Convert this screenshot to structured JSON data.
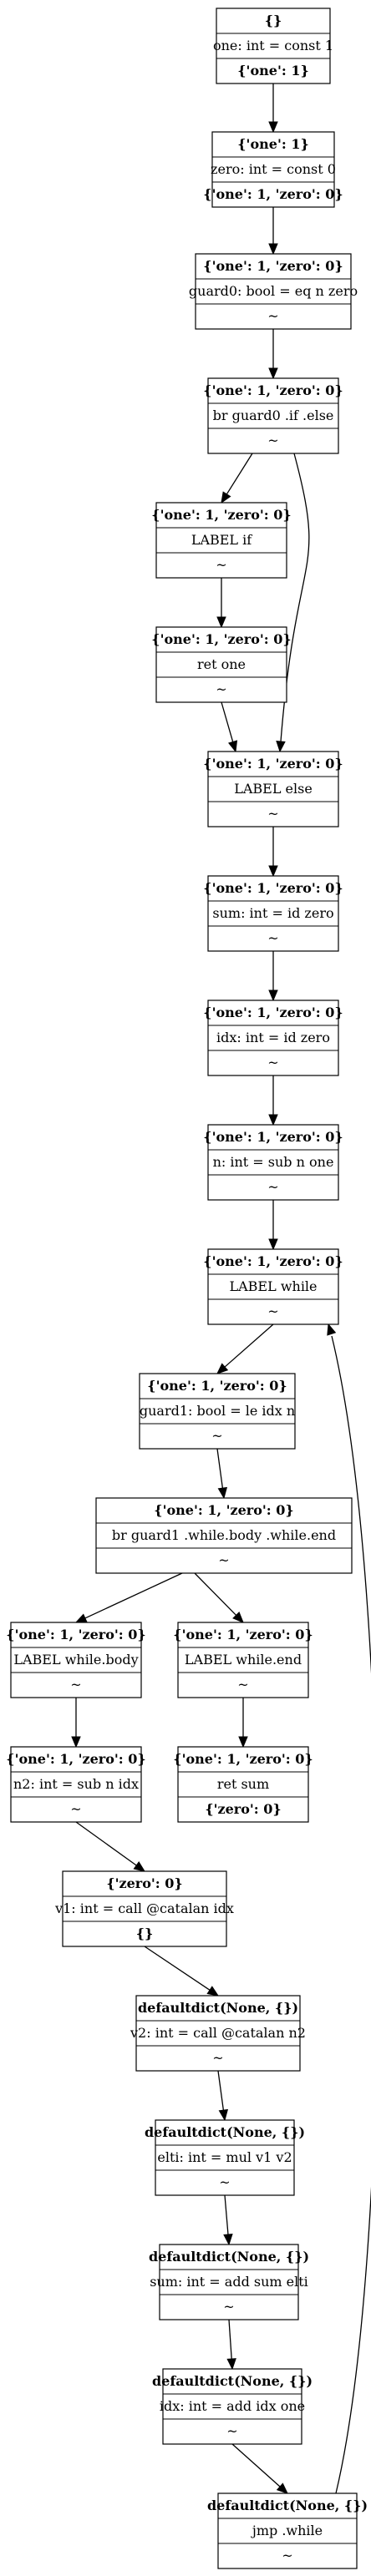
{
  "nodes": [
    {
      "id": "n0",
      "in": "{}",
      "code": "one: int = const 1",
      "out": "{'one': 1}"
    },
    {
      "id": "n1",
      "in": "{'one': 1}",
      "code": "zero: int = const 0",
      "out": "{'one': 1, 'zero': 0}"
    },
    {
      "id": "n2",
      "in": "{'one': 1, 'zero': 0}",
      "code": "guard0: bool = eq n zero",
      "out": "~"
    },
    {
      "id": "n3",
      "in": "{'one': 1, 'zero': 0}",
      "code": "br guard0 .if .else",
      "out": "~"
    },
    {
      "id": "n4",
      "in": "{'one': 1, 'zero': 0}",
      "code": "LABEL if",
      "out": "~"
    },
    {
      "id": "n5",
      "in": "{'one': 1, 'zero': 0}",
      "code": "ret one",
      "out": "~"
    },
    {
      "id": "n6",
      "in": "{'one': 1, 'zero': 0}",
      "code": "LABEL else",
      "out": "~"
    },
    {
      "id": "n7",
      "in": "{'one': 1, 'zero': 0}",
      "code": "sum: int = id zero",
      "out": "~"
    },
    {
      "id": "n8",
      "in": "{'one': 1, 'zero': 0}",
      "code": "idx: int = id zero",
      "out": "~"
    },
    {
      "id": "n9",
      "in": "{'one': 1, 'zero': 0}",
      "code": "n: int = sub n one",
      "out": "~"
    },
    {
      "id": "n10",
      "in": "{'one': 1, 'zero': 0}",
      "code": "LABEL while",
      "out": "~"
    },
    {
      "id": "n11",
      "in": "{'one': 1, 'zero': 0}",
      "code": "guard1: bool = le idx n",
      "out": "~"
    },
    {
      "id": "n12",
      "in": "{'one': 1, 'zero': 0}",
      "code": "br guard1 .while.body .while.end",
      "out": "~"
    },
    {
      "id": "n13",
      "in": "{'one': 1, 'zero': 0}",
      "code": "LABEL while.body",
      "out": "~"
    },
    {
      "id": "n14",
      "in": "{'one': 1, 'zero': 0}",
      "code": "LABEL while.end",
      "out": "~"
    },
    {
      "id": "n15",
      "in": "{'one': 1, 'zero': 0}",
      "code": "n2: int = sub n idx",
      "out": "~"
    },
    {
      "id": "n16",
      "in": "{'one': 1, 'zero': 0}",
      "code": "ret sum",
      "out": "{'zero': 0}"
    },
    {
      "id": "n17",
      "in": "{'zero': 0}",
      "code": "v1: int = call @catalan idx",
      "out": "{}"
    },
    {
      "id": "n18",
      "in": "defaultdict(None, {})",
      "code": "v2: int = call @catalan n2",
      "out": "~"
    },
    {
      "id": "n19",
      "in": "defaultdict(None, {})",
      "code": "elti: int = mul v1 v2",
      "out": "~"
    },
    {
      "id": "n20",
      "in": "defaultdict(None, {})",
      "code": "sum: int = add sum elti",
      "out": "~"
    },
    {
      "id": "n21",
      "in": "defaultdict(None, {})",
      "code": "idx: int = add idx one",
      "out": "~"
    },
    {
      "id": "n22",
      "in": "defaultdict(None, {})",
      "code": "jmp .while",
      "out": "~"
    }
  ],
  "edges": [
    {
      "from": "n0",
      "to": "n1"
    },
    {
      "from": "n1",
      "to": "n2"
    },
    {
      "from": "n2",
      "to": "n3"
    },
    {
      "from": "n3",
      "to": "n4"
    },
    {
      "from": "n3",
      "to": "n6"
    },
    {
      "from": "n4",
      "to": "n5"
    },
    {
      "from": "n5",
      "to": "n6"
    },
    {
      "from": "n6",
      "to": "n7"
    },
    {
      "from": "n7",
      "to": "n8"
    },
    {
      "from": "n8",
      "to": "n9"
    },
    {
      "from": "n9",
      "to": "n10"
    },
    {
      "from": "n10",
      "to": "n11"
    },
    {
      "from": "n11",
      "to": "n12"
    },
    {
      "from": "n12",
      "to": "n13"
    },
    {
      "from": "n12",
      "to": "n14"
    },
    {
      "from": "n13",
      "to": "n15"
    },
    {
      "from": "n14",
      "to": "n16"
    },
    {
      "from": "n15",
      "to": "n17"
    },
    {
      "from": "n17",
      "to": "n18"
    },
    {
      "from": "n18",
      "to": "n19"
    },
    {
      "from": "n19",
      "to": "n20"
    },
    {
      "from": "n20",
      "to": "n21"
    },
    {
      "from": "n21",
      "to": "n22"
    },
    {
      "from": "n22",
      "to": "n10"
    }
  ]
}
